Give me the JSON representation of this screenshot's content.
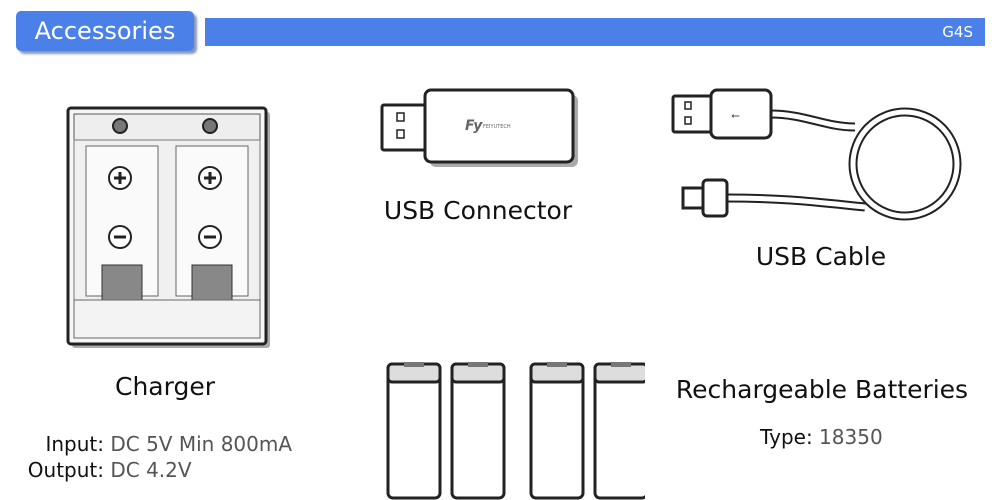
{
  "header": {
    "title": "Accessories",
    "model": "G4S"
  },
  "items": {
    "charger": {
      "label": "Charger",
      "specs": [
        {
          "key": "Input:",
          "value": "DC 5V Min 800mA"
        },
        {
          "key": "Output:",
          "value": "DC 4.2V"
        }
      ]
    },
    "usb_connector": {
      "label": "USB Connector",
      "logo_text": "FEIYUTECH"
    },
    "usb_cable": {
      "label": "USB Cable"
    },
    "batteries": {
      "label": "Rechargeable Batteries",
      "type_key": "Type:",
      "type_value": "18350"
    }
  },
  "colors": {
    "accent": "#4a80e8"
  }
}
